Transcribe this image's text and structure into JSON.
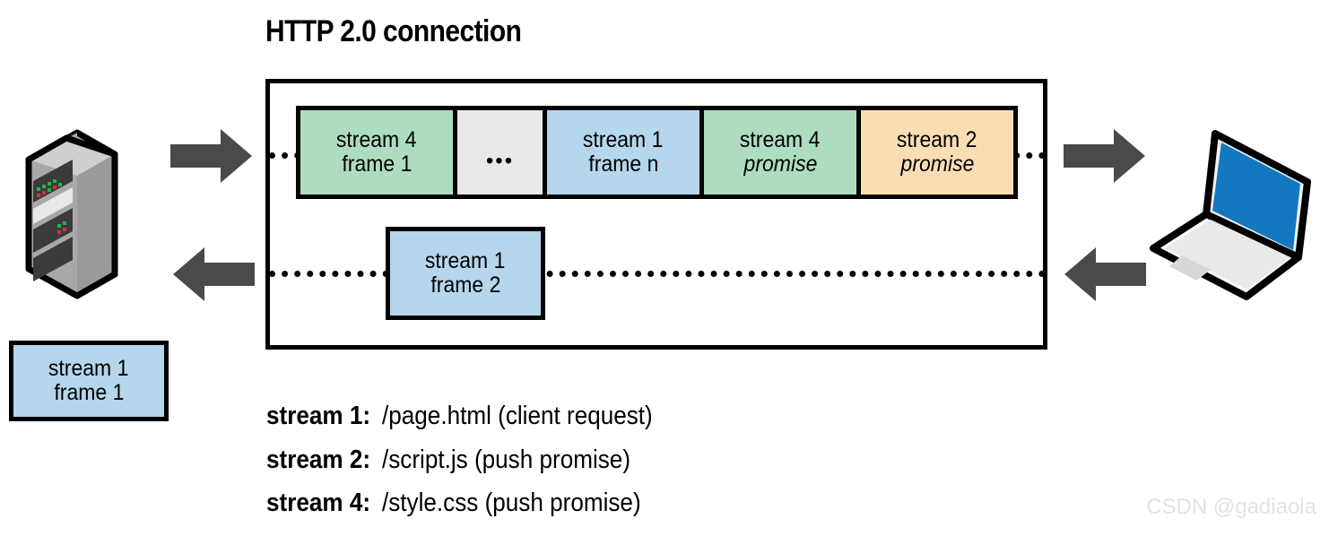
{
  "title": "HTTP 2.0 connection",
  "endpoints": {
    "server": {
      "icon": "server-tower-icon",
      "alt": "server"
    },
    "client": {
      "icon": "laptop-icon",
      "alt": "laptop client"
    }
  },
  "arrows": {
    "server_outbound": "arrow-right",
    "server_inbound": "arrow-left",
    "client_outbound": "arrow-right",
    "client_inbound": "arrow-left"
  },
  "frame_row": {
    "cells": [
      {
        "line1": "stream 4",
        "line2": "frame 1",
        "italic2": false,
        "color": "#aedcc0",
        "name": "frame-stream4-frame1"
      },
      {
        "line1": "",
        "line2": "•••",
        "italic2": false,
        "color": "#e8e8e8",
        "name": "frame-ellipsis"
      },
      {
        "line1": "stream 1",
        "line2": "frame n",
        "italic2": false,
        "color": "#b5d6ec",
        "name": "frame-stream1-framen"
      },
      {
        "line1": "stream 4",
        "line2": "promise",
        "italic2": true,
        "color": "#aedcc0",
        "name": "frame-stream4-promise"
      },
      {
        "line1": "stream 2",
        "line2": "promise",
        "italic2": true,
        "color": "#fbddb4",
        "name": "frame-stream2-promise"
      }
    ]
  },
  "inbound_frame": {
    "line1": "stream 1",
    "line2": "frame 2",
    "color": "#b5d6ec"
  },
  "client_queued_frame": {
    "line1": "stream 1",
    "line2": "frame 1",
    "color": "#b5d6ec"
  },
  "legend": [
    {
      "stream": "stream 1:",
      "rest": "/page.html  (client request)"
    },
    {
      "stream": "stream 2:",
      "rest": "/script.js  (push promise)"
    },
    {
      "stream": "stream 4:",
      "rest": "/style.css  (push promise)"
    }
  ],
  "watermark": "CSDN @gadiaola",
  "colors": {
    "green": "#aedcc0",
    "blue": "#b5d6ec",
    "orange": "#fbddb4",
    "gray": "#e8e8e8",
    "arrow": "#4a4a4a",
    "outline": "#000000",
    "laptop_screen": "#1279c0"
  }
}
